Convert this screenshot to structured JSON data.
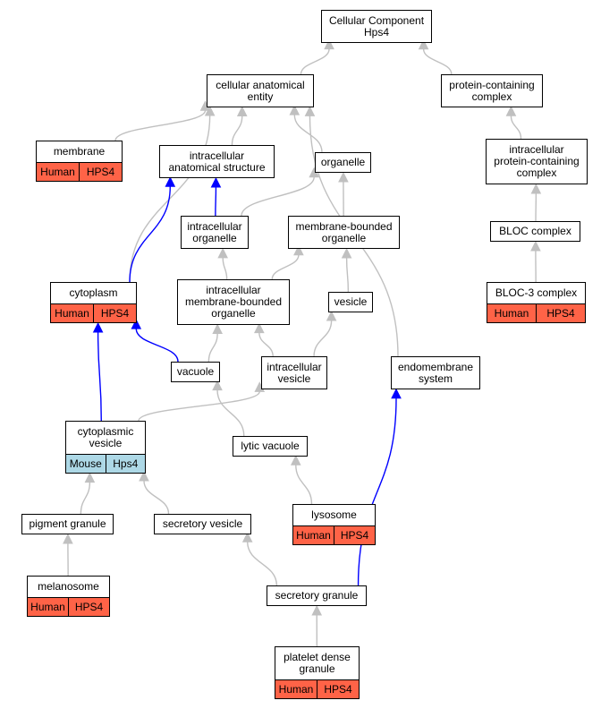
{
  "nodes": {
    "root": {
      "label": "Cellular Component\nHps4"
    },
    "cae": {
      "label": "cellular anatomical\nentity"
    },
    "pcc": {
      "label": "protein-containing\ncomplex"
    },
    "membrane": {
      "label": "membrane",
      "species": "Human",
      "gene": "HPS4"
    },
    "ias": {
      "label": "intracellular\nanatomical structure"
    },
    "organelle": {
      "label": "organelle"
    },
    "ipcc": {
      "label": "intracellular\nprotein-containing\ncomplex"
    },
    "io": {
      "label": "intracellular\norganelle"
    },
    "mbo": {
      "label": "membrane-bounded\norganelle"
    },
    "bloc": {
      "label": "BLOC complex"
    },
    "cytoplasm": {
      "label": "cytoplasm",
      "species": "Human",
      "gene": "HPS4"
    },
    "imbo": {
      "label": "intracellular\nmembrane-bounded\norganelle"
    },
    "vesicle": {
      "label": "vesicle"
    },
    "bloc3": {
      "label": "BLOC-3 complex",
      "species": "Human",
      "gene": "HPS4"
    },
    "vacuole": {
      "label": "vacuole"
    },
    "iv": {
      "label": "intracellular\nvesicle"
    },
    "es": {
      "label": "endomembrane\nsystem"
    },
    "cv": {
      "label": "cytoplasmic\nvesicle",
      "species": "Mouse",
      "gene": "Hps4"
    },
    "lv": {
      "label": "lytic vacuole"
    },
    "pg": {
      "label": "pigment granule"
    },
    "sv": {
      "label": "secretory vesicle"
    },
    "lysosome": {
      "label": "lysosome",
      "species": "Human",
      "gene": "HPS4"
    },
    "melanosome": {
      "label": "melanosome",
      "species": "Human",
      "gene": "HPS4"
    },
    "sg": {
      "label": "secretory granule"
    },
    "pdg": {
      "label": "platelet dense\ngranule",
      "species": "Human",
      "gene": "HPS4"
    }
  },
  "edges": [
    {
      "from": "cae",
      "to": "root",
      "type": "is_a"
    },
    {
      "from": "pcc",
      "to": "root",
      "type": "is_a"
    },
    {
      "from": "membrane",
      "to": "cae",
      "type": "is_a"
    },
    {
      "from": "ias",
      "to": "cae",
      "type": "is_a"
    },
    {
      "from": "organelle",
      "to": "cae",
      "type": "is_a"
    },
    {
      "from": "cytoplasm",
      "to": "cae",
      "type": "is_a"
    },
    {
      "from": "es",
      "to": "cae",
      "type": "is_a"
    },
    {
      "from": "ipcc",
      "to": "pcc",
      "type": "is_a"
    },
    {
      "from": "io",
      "to": "ias",
      "type": "part_of"
    },
    {
      "from": "io",
      "to": "organelle",
      "type": "is_a"
    },
    {
      "from": "mbo",
      "to": "organelle",
      "type": "is_a"
    },
    {
      "from": "cytoplasm",
      "to": "ias",
      "type": "part_of"
    },
    {
      "from": "bloc",
      "to": "ipcc",
      "type": "is_a"
    },
    {
      "from": "bloc3",
      "to": "bloc",
      "type": "is_a"
    },
    {
      "from": "imbo",
      "to": "io",
      "type": "is_a"
    },
    {
      "from": "imbo",
      "to": "mbo",
      "type": "is_a"
    },
    {
      "from": "vesicle",
      "to": "mbo",
      "type": "is_a"
    },
    {
      "from": "vacuole",
      "to": "imbo",
      "type": "is_a"
    },
    {
      "from": "vacuole",
      "to": "cytoplasm",
      "type": "part_of"
    },
    {
      "from": "iv",
      "to": "imbo",
      "type": "is_a"
    },
    {
      "from": "iv",
      "to": "vesicle",
      "type": "is_a"
    },
    {
      "from": "cv",
      "to": "iv",
      "type": "is_a"
    },
    {
      "from": "cv",
      "to": "cytoplasm",
      "type": "part_of"
    },
    {
      "from": "lv",
      "to": "vacuole",
      "type": "is_a"
    },
    {
      "from": "lysosome",
      "to": "lv",
      "type": "is_a"
    },
    {
      "from": "pg",
      "to": "cv",
      "type": "is_a"
    },
    {
      "from": "sv",
      "to": "cv",
      "type": "is_a"
    },
    {
      "from": "melanosome",
      "to": "pg",
      "type": "is_a"
    },
    {
      "from": "sg",
      "to": "sv",
      "type": "is_a"
    },
    {
      "from": "sg",
      "to": "es",
      "type": "part_of"
    },
    {
      "from": "pdg",
      "to": "sg",
      "type": "is_a"
    }
  ],
  "colors": {
    "is_a": "#c0c0c0",
    "part_of": "#0000ff",
    "human": "#ff6347",
    "mouse": "#add8e6"
  }
}
